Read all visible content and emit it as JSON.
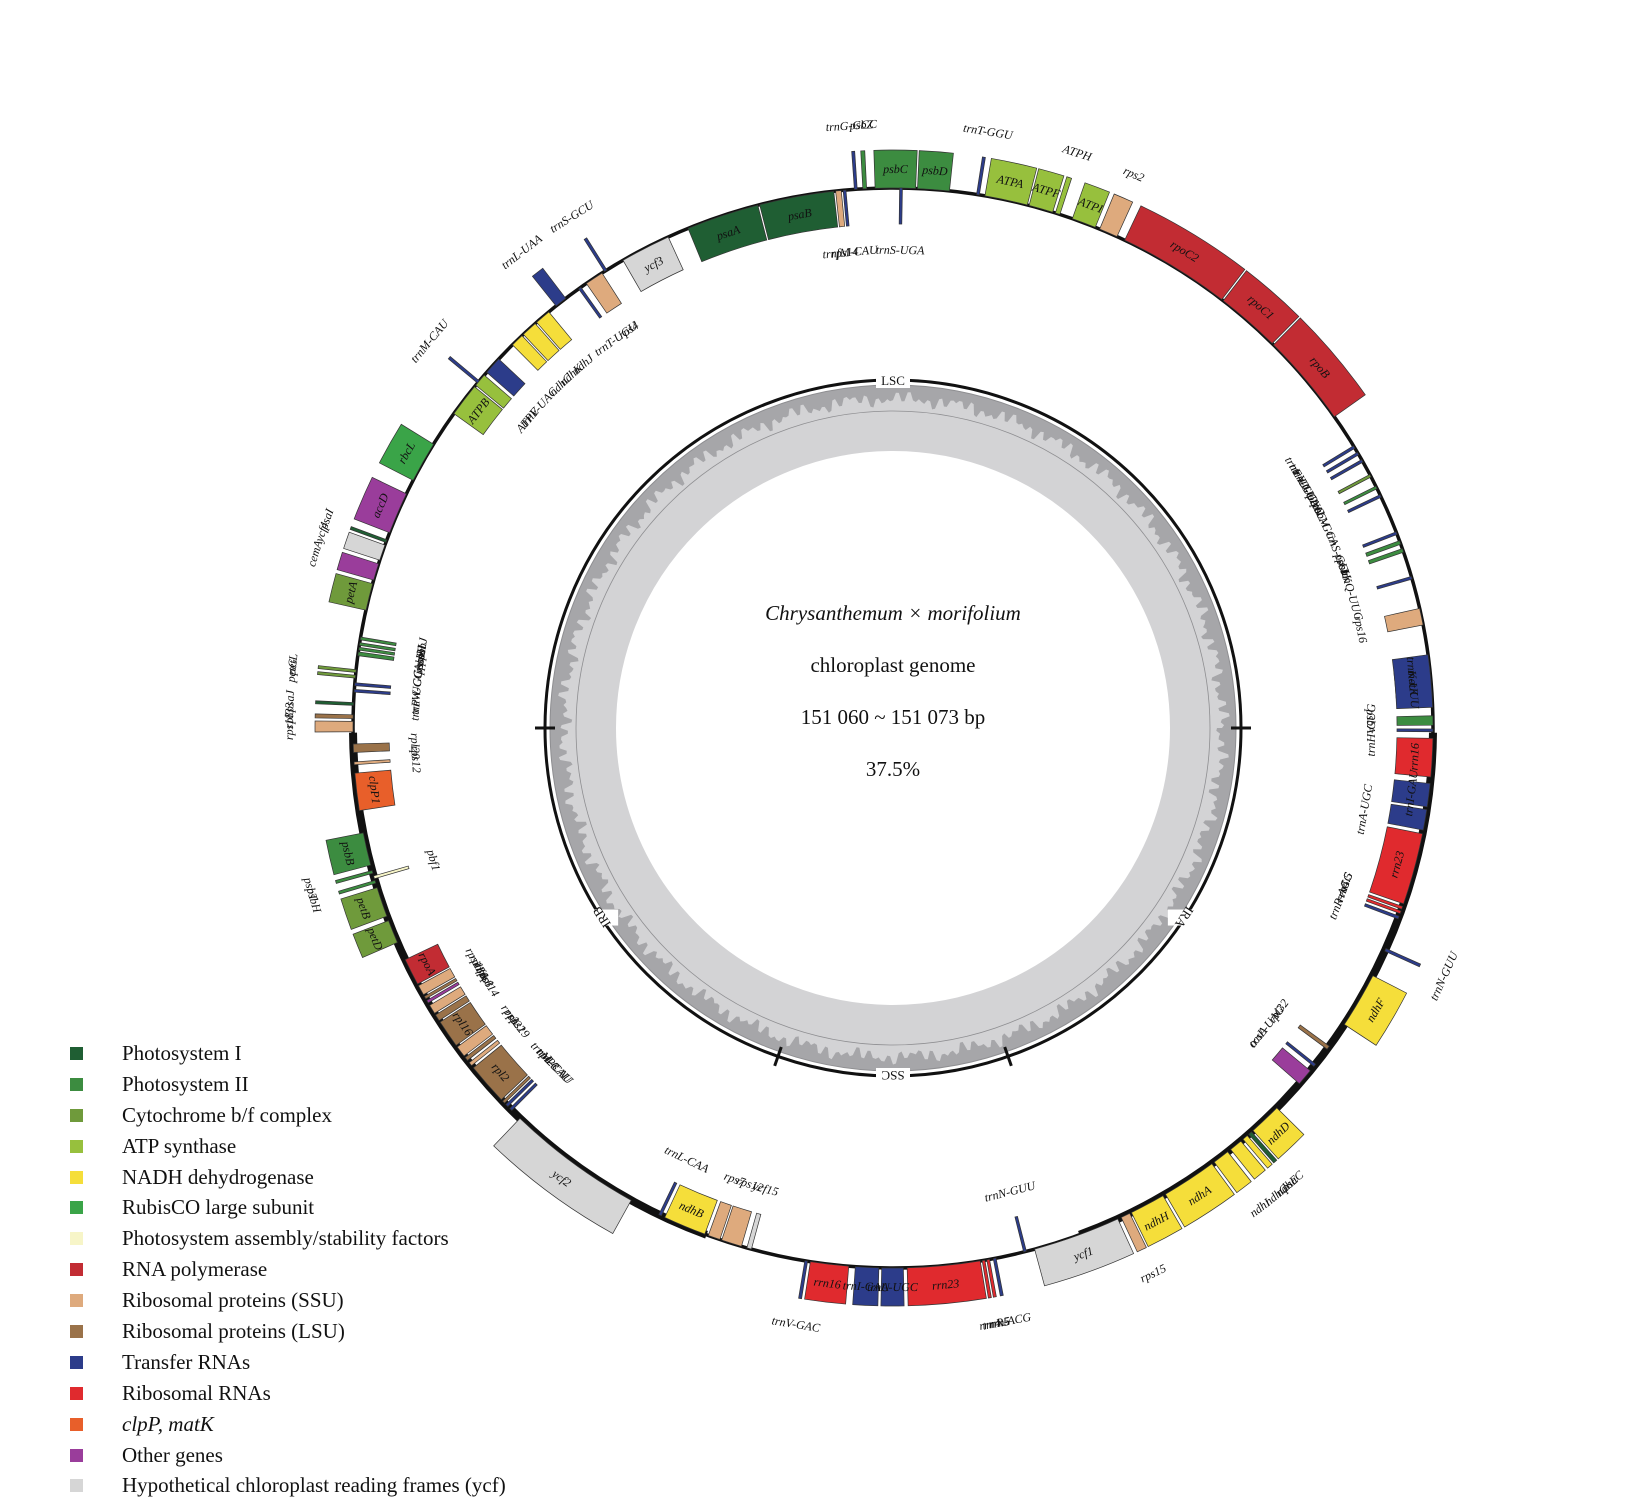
{
  "center": {
    "organism": "Chrysanthemum × morifolium",
    "subtitle": "chloroplast genome",
    "size": "151 060 ~ 151 073 bp",
    "gc": "37.5%"
  },
  "regions": [
    {
      "label": "LSC"
    },
    {
      "label": "IRA"
    },
    {
      "label": "SSC"
    },
    {
      "label": "IRB"
    }
  ],
  "categories": [
    {
      "key": "ps1",
      "label": "Photosystem I",
      "color": "#1f5e33"
    },
    {
      "key": "ps2",
      "label": "Photosystem II",
      "color": "#3c8c40"
    },
    {
      "key": "cyt",
      "label": "Cytochrome b/f complex",
      "color": "#6f9a3b"
    },
    {
      "key": "atp",
      "label": "ATP synthase",
      "color": "#97c03d"
    },
    {
      "key": "ndh",
      "label": "NADH dehydrogenase",
      "color": "#f5de3a"
    },
    {
      "key": "rbc",
      "label": "RubisCO large subunit",
      "color": "#3aa448"
    },
    {
      "key": "psa",
      "label": "Photosystem assembly/stability factors",
      "color": "#f7f5c8"
    },
    {
      "key": "rpo",
      "label": "RNA polymerase",
      "color": "#c22c33"
    },
    {
      "key": "rps",
      "label": "Ribosomal proteins (SSU)",
      "color": "#deaa7d"
    },
    {
      "key": "rpl",
      "label": "Ribosomal proteins (LSU)",
      "color": "#9a7249"
    },
    {
      "key": "trn",
      "label": "Transfer RNAs",
      "color": "#2c3c8a"
    },
    {
      "key": "rrn",
      "label": "Ribosomal RNAs",
      "color": "#e02a2e"
    },
    {
      "key": "clp",
      "label": "clpP, matK",
      "color": "#e85f2a",
      "italic": true
    },
    {
      "key": "oth",
      "label": "Other genes",
      "color": "#9a3d9b"
    },
    {
      "key": "ycf",
      "label": "Hypothetical chloroplast reading frames (ycf)",
      "color": "#d6d6d6"
    }
  ],
  "genes": [
    {
      "name": "psbA",
      "cat": "ps2",
      "start": 0.3,
      "end": 1.3,
      "strand": "in"
    },
    {
      "name": "trnH-GUG",
      "cat": "trn",
      "start": 359.6,
      "end": 359.9,
      "strand": "in"
    },
    {
      "name": "matK",
      "cat": "clp",
      "start": 3.4,
      "end": 6.5,
      "strand": "in"
    },
    {
      "name": "trnK-UUU",
      "cat": "trn",
      "start": 2.2,
      "end": 7.8,
      "strand": "in"
    },
    {
      "name": "rps16",
      "cat": "rps",
      "start": 11.0,
      "end": 12.8,
      "strand": "in"
    },
    {
      "name": "trnQ-UUG",
      "cat": "trn",
      "start": 16.0,
      "end": 16.3,
      "strand": "in"
    },
    {
      "name": "psbK",
      "cat": "ps2",
      "start": 19.0,
      "end": 19.4,
      "strand": "in"
    },
    {
      "name": "psbI",
      "cat": "ps2",
      "start": 19.9,
      "end": 20.3,
      "strand": "in"
    },
    {
      "name": "trnS-GCU",
      "cat": "trn",
      "start": 21.0,
      "end": 21.3,
      "strand": "in"
    },
    {
      "name": "trnC-GCA",
      "cat": "trn",
      "start": 25.3,
      "end": 25.6,
      "strand": "in"
    },
    {
      "name": "petN",
      "cat": "cyt",
      "start": 27.7,
      "end": 28.0,
      "strand": "in"
    },
    {
      "name": "psbM",
      "cat": "ps2",
      "start": 26.3,
      "end": 26.6,
      "strand": "in"
    },
    {
      "name": "trnD-GUC",
      "cat": "trn",
      "start": 29.5,
      "end": 29.8,
      "strand": "in"
    },
    {
      "name": "trnY-GUA",
      "cat": "trn",
      "start": 30.4,
      "end": 30.7,
      "strand": "in"
    },
    {
      "name": "trnE-UUC",
      "cat": "trn",
      "start": 31.2,
      "end": 31.5,
      "strand": "in"
    },
    {
      "name": "rpoB",
      "cat": "rpo",
      "start": 35.2,
      "end": 45.2,
      "strand": "out"
    },
    {
      "name": "rpoC1",
      "cat": "rpo",
      "start": 45.4,
      "end": 52.3,
      "strand": "out"
    },
    {
      "name": "rpoC2",
      "cat": "rpo",
      "start": 52.5,
      "end": 64.6,
      "strand": "out"
    },
    {
      "name": "rps2",
      "cat": "rps",
      "start": 65.5,
      "end": 67.5,
      "strand": "out"
    },
    {
      "name": "ATPI",
      "cat": "atp",
      "start": 68.0,
      "end": 70.6,
      "strand": "out"
    },
    {
      "name": "ATPH",
      "cat": "atp",
      "start": 72.0,
      "end": 72.5,
      "strand": "out"
    },
    {
      "name": "ATPF",
      "cat": "atp",
      "start": 72.8,
      "end": 75.4,
      "strand": "out"
    },
    {
      "name": "ATPA",
      "cat": "atp",
      "start": 75.6,
      "end": 80.2,
      "strand": "out"
    },
    {
      "name": "trnT-GGU",
      "cat": "trn",
      "start": 80.8,
      "end": 81.1,
      "strand": "out"
    },
    {
      "name": "psbD",
      "cat": "ps2",
      "start": 84.0,
      "end": 87.4,
      "strand": "out"
    },
    {
      "name": "psbC",
      "cat": "ps2",
      "start": 87.6,
      "end": 91.9,
      "strand": "out"
    },
    {
      "name": "trnS-UGA",
      "cat": "trn",
      "start": 89.0,
      "end": 89.3,
      "strand": "in"
    },
    {
      "name": "psbZ",
      "cat": "ps2",
      "start": 92.8,
      "end": 93.2,
      "strand": "out"
    },
    {
      "name": "trnG-GCC",
      "cat": "trn",
      "start": 93.8,
      "end": 94.1,
      "strand": "out"
    },
    {
      "name": "trnfM-CAU",
      "cat": "trn",
      "start": 95.0,
      "end": 95.3,
      "strand": "in"
    },
    {
      "name": "rps14",
      "cat": "rps",
      "start": 95.5,
      "end": 96.1,
      "strand": "in"
    },
    {
      "name": "psaB",
      "cat": "ps1",
      "start": 96.3,
      "end": 104.3,
      "strand": "in"
    },
    {
      "name": "psaA",
      "cat": "ps1",
      "start": 104.5,
      "end": 112.3,
      "strand": "in"
    },
    {
      "name": "ycf3",
      "cat": "ycf",
      "start": 114.6,
      "end": 120.0,
      "strand": "in"
    },
    {
      "name": "trnS-GCU",
      "cat": "trn",
      "start": 122.0,
      "end": 122.3,
      "strand": "out"
    },
    {
      "name": "rps4",
      "cat": "rps",
      "start": 122.6,
      "end": 124.6,
      "strand": "in"
    },
    {
      "name": "trnT-UGU",
      "cat": "trn",
      "start": 125.3,
      "end": 125.6,
      "strand": "in"
    },
    {
      "name": "trnL-UAA",
      "cat": "trn",
      "start": 127.3,
      "end": 128.6,
      "strand": "out"
    },
    {
      "name": "ndhJ",
      "cat": "ndh",
      "start": 129.6,
      "end": 131.3,
      "strand": "in"
    },
    {
      "name": "ndhK",
      "cat": "ndh",
      "start": 131.5,
      "end": 133.2,
      "strand": "in"
    },
    {
      "name": "ndhC",
      "cat": "ndh",
      "start": 133.4,
      "end": 134.8,
      "strand": "in"
    },
    {
      "name": "trnV-UAC",
      "cat": "trn",
      "start": 136.9,
      "end": 138.8,
      "strand": "in"
    },
    {
      "name": "trnM-CAU",
      "cat": "trn",
      "start": 140.0,
      "end": 140.3,
      "strand": "out"
    },
    {
      "name": "ATPE",
      "cat": "atp",
      "start": 139.2,
      "end": 140.6,
      "strand": "in"
    },
    {
      "name": "ATPB",
      "cat": "atp",
      "start": 140.8,
      "end": 144.4,
      "strand": "in"
    },
    {
      "name": "rbcL",
      "cat": "rbc",
      "start": 148.3,
      "end": 152.7,
      "strand": "out"
    },
    {
      "name": "accD",
      "cat": "oth",
      "start": 154.3,
      "end": 158.8,
      "strand": "out"
    },
    {
      "name": "psaI",
      "cat": "ps1",
      "start": 159.6,
      "end": 159.9,
      "strand": "out"
    },
    {
      "name": "ycf4",
      "cat": "ycf",
      "start": 160.2,
      "end": 161.9,
      "strand": "out"
    },
    {
      "name": "cemA",
      "cat": "oth",
      "start": 162.3,
      "end": 164.1,
      "strand": "out"
    },
    {
      "name": "petA",
      "cat": "cyt",
      "start": 164.5,
      "end": 167.4,
      "strand": "out"
    },
    {
      "name": "psbJ",
      "cat": "ps2",
      "start": 170.3,
      "end": 170.6,
      "strand": "in"
    },
    {
      "name": "psbL",
      "cat": "ps2",
      "start": 170.9,
      "end": 171.2,
      "strand": "in"
    },
    {
      "name": "psbF",
      "cat": "ps2",
      "start": 171.4,
      "end": 171.7,
      "strand": "in"
    },
    {
      "name": "psbE",
      "cat": "ps2",
      "start": 171.9,
      "end": 172.3,
      "strand": "in"
    },
    {
      "name": "petL",
      "cat": "cyt",
      "start": 173.8,
      "end": 174.1,
      "strand": "out"
    },
    {
      "name": "petG",
      "cat": "cyt",
      "start": 174.4,
      "end": 174.7,
      "strand": "out"
    },
    {
      "name": "trnW-CCA",
      "cat": "trn",
      "start": 175.2,
      "end": 175.5,
      "strand": "in"
    },
    {
      "name": "trnP-UGG",
      "cat": "trn",
      "start": 175.9,
      "end": 176.2,
      "strand": "in"
    },
    {
      "name": "psaJ",
      "cat": "ps1",
      "start": 177.3,
      "end": 177.6,
      "strand": "out"
    },
    {
      "name": "rpl33",
      "cat": "rpl",
      "start": 178.6,
      "end": 179.0,
      "strand": "out"
    },
    {
      "name": "rps18",
      "cat": "rps",
      "start": 179.3,
      "end": 180.4,
      "strand": "out"
    },
    {
      "name": "rpl20",
      "cat": "rpl",
      "start": 181.7,
      "end": 182.6,
      "strand": "in"
    },
    {
      "name": "rps12",
      "cat": "rps",
      "start": 183.6,
      "end": 183.9,
      "strand": "in"
    },
    {
      "name": "clpP1",
      "cat": "clp",
      "start": 184.8,
      "end": 188.8,
      "strand": "in"
    },
    {
      "name": "psbB",
      "cat": "ps2",
      "start": 191.2,
      "end": 194.7,
      "strand": "out"
    },
    {
      "name": "psbT",
      "cat": "ps2",
      "start": 195.3,
      "end": 195.6,
      "strand": "out"
    },
    {
      "name": "psbH",
      "cat": "ps2",
      "start": 196.4,
      "end": 196.7,
      "strand": "out"
    },
    {
      "name": "pbf1",
      "cat": "psa",
      "start": 195.9,
      "end": 196.2,
      "strand": "in"
    },
    {
      "name": "petB",
      "cat": "cyt",
      "start": 197.2,
      "end": 200.4,
      "strand": "out"
    },
    {
      "name": "petD",
      "cat": "cyt",
      "start": 200.9,
      "end": 203.4,
      "strand": "out"
    },
    {
      "name": "rpoA",
      "cat": "rpo",
      "start": 205.4,
      "end": 208.3,
      "strand": "in"
    },
    {
      "name": "rps11",
      "cat": "rps",
      "start": 208.5,
      "end": 209.6,
      "strand": "in"
    },
    {
      "name": "rpl36",
      "cat": "rpl",
      "start": 209.8,
      "end": 210.1,
      "strand": "in"
    },
    {
      "name": "infA",
      "cat": "oth",
      "start": 210.3,
      "end": 210.6,
      "strand": "in"
    },
    {
      "name": "rps8",
      "cat": "rps",
      "start": 210.9,
      "end": 211.9,
      "strand": "in"
    },
    {
      "name": "rpl14",
      "cat": "rpl",
      "start": 212.1,
      "end": 212.8,
      "strand": "in"
    },
    {
      "name": "rpl16",
      "cat": "rpl",
      "start": 213.0,
      "end": 216.0,
      "strand": "in"
    },
    {
      "name": "rps3",
      "cat": "rps",
      "start": 216.2,
      "end": 217.4,
      "strand": "in"
    },
    {
      "name": "rpl22",
      "cat": "rpl",
      "start": 217.6,
      "end": 218.0,
      "strand": "in"
    },
    {
      "name": "rps19",
      "cat": "rps",
      "start": 218.3,
      "end": 218.7,
      "strand": "in"
    },
    {
      "name": "rpl2",
      "cat": "rpl",
      "start": 219.0,
      "end": 223.5,
      "strand": "in"
    },
    {
      "name": "rpl23",
      "cat": "rpl",
      "start": 223.7,
      "end": 224.0,
      "strand": "in"
    },
    {
      "name": "trnM-CAU",
      "cat": "trn",
      "start": 224.2,
      "end": 224.5,
      "strand": "in"
    },
    {
      "name": "trnI-CAU",
      "cat": "trn",
      "start": 224.8,
      "end": 225.1,
      "strand": "in"
    },
    {
      "name": "ycf2",
      "cat": "ycf",
      "start": 226.3,
      "end": 241.0,
      "strand": "out"
    },
    {
      "name": "trnL-CAA",
      "cat": "trn",
      "start": 244.3,
      "end": 244.6,
      "strand": "in"
    },
    {
      "name": "ndhB",
      "cat": "ndh",
      "start": 245.0,
      "end": 249.6,
      "strand": "in"
    },
    {
      "name": "rps7",
      "cat": "rps",
      "start": 250.0,
      "end": 251.3,
      "strand": "in"
    },
    {
      "name": "rps12",
      "cat": "rps",
      "start": 251.5,
      "end": 253.7,
      "strand": "in"
    },
    {
      "name": "ycf15",
      "cat": "ycf",
      "start": 254.3,
      "end": 254.8,
      "strand": "in"
    },
    {
      "name": "trnV-GAC",
      "cat": "trn",
      "start": 260.6,
      "end": 260.9,
      "strand": "out"
    },
    {
      "name": "rrn16",
      "cat": "rrn",
      "start": 261.2,
      "end": 265.3,
      "strand": "out"
    },
    {
      "name": "trnI-GAU",
      "cat": "trn",
      "start": 266.0,
      "end": 268.5,
      "strand": "out"
    },
    {
      "name": "trnA-UGC",
      "cat": "trn",
      "start": 268.8,
      "end": 271.1,
      "strand": "out"
    },
    {
      "name": "rrn23",
      "cat": "rrn",
      "start": 271.5,
      "end": 279.3,
      "strand": "out"
    },
    {
      "name": "rrn4.5",
      "cat": "rrn",
      "start": 279.5,
      "end": 279.8,
      "strand": "out"
    },
    {
      "name": "rrn5",
      "cat": "rrn",
      "start": 280.0,
      "end": 280.3,
      "strand": "out"
    },
    {
      "name": "trnR-ACG",
      "cat": "trn",
      "start": 280.7,
      "end": 281.0,
      "strand": "out"
    },
    {
      "name": "trnN-GUU",
      "cat": "trn",
      "start": 284.0,
      "end": 284.3,
      "strand": "in"
    },
    {
      "name": "ycf1",
      "cat": "ycf",
      "start": 285.2,
      "end": 294.6,
      "strand": "out"
    },
    {
      "name": "rps15",
      "cat": "rps",
      "start": 295.0,
      "end": 296.0,
      "strand": "out"
    },
    {
      "name": "ndhH",
      "cat": "ndh",
      "start": 296.2,
      "end": 300.0,
      "strand": "out"
    },
    {
      "name": "ndhA",
      "cat": "ndh",
      "start": 300.3,
      "end": 306.2,
      "strand": "out"
    },
    {
      "name": "ndhI",
      "cat": "ndh",
      "start": 306.5,
      "end": 308.3,
      "strand": "out"
    },
    {
      "name": "ndhG",
      "cat": "ndh",
      "start": 308.7,
      "end": 310.1,
      "strand": "out"
    },
    {
      "name": "ndhE",
      "cat": "ndh",
      "start": 310.4,
      "end": 311.0,
      "strand": "out"
    },
    {
      "name": "psaC",
      "cat": "ps1",
      "start": 311.2,
      "end": 311.6,
      "strand": "out"
    },
    {
      "name": "ndhD",
      "cat": "ndh",
      "start": 311.8,
      "end": 315.3,
      "strand": "out"
    },
    {
      "name": "ccsA",
      "cat": "oth",
      "start": 318.8,
      "end": 320.6,
      "strand": "in"
    },
    {
      "name": "trnL-UAG",
      "cat": "trn",
      "start": 321.2,
      "end": 321.5,
      "strand": "in"
    },
    {
      "name": "rpl32",
      "cat": "rpl",
      "start": 323.5,
      "end": 323.9,
      "strand": "in"
    },
    {
      "name": "ndhF",
      "cat": "ndh",
      "start": 326.7,
      "end": 332.7,
      "strand": "out"
    },
    {
      "name": "trnN-GUU",
      "cat": "trn",
      "start": 335.6,
      "end": 335.9,
      "strand": "out"
    },
    {
      "name": "rrn5",
      "cat": "rrn",
      "start": 339.9,
      "end": 340.2,
      "strand": "in"
    },
    {
      "name": "rrn4.5",
      "cat": "rrn",
      "start": 340.4,
      "end": 340.7,
      "strand": "in"
    },
    {
      "name": "trnR-ACG",
      "cat": "trn",
      "start": 339.3,
      "end": 339.6,
      "strand": "in"
    },
    {
      "name": "rrn23",
      "cat": "rrn",
      "start": 341.0,
      "end": 348.7,
      "strand": "in"
    },
    {
      "name": "trnA-UGC",
      "cat": "trn",
      "start": 349.1,
      "end": 351.3,
      "strand": "in"
    },
    {
      "name": "trnI-GAU",
      "cat": "trn",
      "start": 351.6,
      "end": 354.1,
      "strand": "in"
    },
    {
      "name": "rrn16",
      "cat": "rrn",
      "start": 354.8,
      "end": 358.9,
      "strand": "in"
    }
  ],
  "extra_labels": [
    {
      "text": "ycf1",
      "angle": 330.2
    },
    {
      "text": "ycf2",
      "angle": 28.0
    },
    {
      "text": "rpl2",
      "angle": 33.0
    },
    {
      "text": "rpl23",
      "angle": 35.5
    },
    {
      "text": "trnM-CAU",
      "angle": 36.6
    },
    {
      "text": "trnI-CAU",
      "angle": 37.6
    },
    {
      "text": "trnL-CAA",
      "angle": 45.7
    },
    {
      "text": "ndhB",
      "angle": 47.3
    },
    {
      "text": "rps7",
      "angle": 50.5
    },
    {
      "text": "rps12",
      "angle": 51.8
    },
    {
      "text": "ycf15",
      "angle": 53.8
    },
    {
      "text": "trnV-GAC",
      "angle": 59.6
    },
    {
      "text": "rrn16",
      "angle": 63.0
    },
    {
      "text": "trnI-GAU",
      "angle": 67.3
    },
    {
      "text": "trnA-UGC",
      "angle": 70.0
    },
    {
      "text": "rrn23",
      "angle": 75.5
    },
    {
      "text": "rrn5",
      "angle": 80.7
    },
    {
      "text": "rrn4.5",
      "angle": 79.5
    },
    {
      "text": "trnR-ACG",
      "angle": 81.7
    }
  ]
}
